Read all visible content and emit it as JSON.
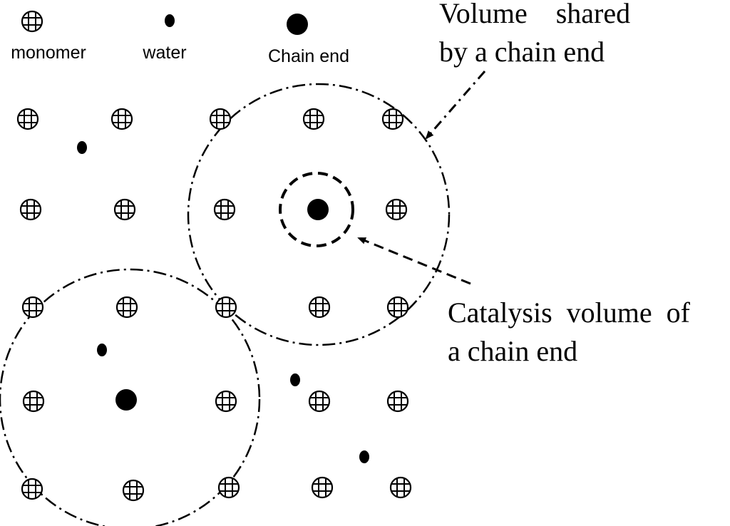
{
  "legend": {
    "monomer_label": "monomer",
    "water_label": "water",
    "chain_end_label": "Chain end"
  },
  "annotations": {
    "shared_volume_line1": "Volume    shared",
    "shared_volume_line2": "by a chain end",
    "catalysis_volume_line1": "Catalysis  volume  of",
    "catalysis_volume_line2": "a chain end"
  },
  "colors": {
    "ink": "#000000",
    "background": "#ffffff"
  },
  "icons": {
    "monomer": "monomer-grid-circle-icon",
    "water": "water-small-dot-icon",
    "chain_end": "chain-end-large-dot-icon"
  }
}
